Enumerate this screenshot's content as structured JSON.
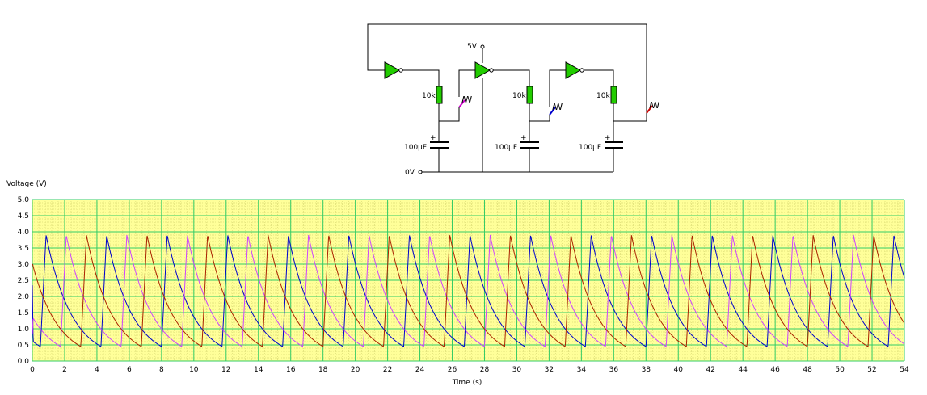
{
  "circuit": {
    "supply_label": "5V",
    "ground_label": "0V",
    "resistors": [
      "10k",
      "10k",
      "10k"
    ],
    "capacitors": [
      "100µF",
      "100µF",
      "100µF"
    ],
    "cap_plus": "+",
    "colors": {
      "gate": "#22cc00",
      "resistor": "#22cc00"
    }
  },
  "chart_data": {
    "type": "line",
    "title": "",
    "xlabel": "Time (s)",
    "ylabel": "Voltage (V)",
    "xlim": [
      0,
      54
    ],
    "ylim": [
      0,
      5
    ],
    "x_ticks": [
      0,
      2,
      4,
      6,
      8,
      10,
      12,
      14,
      16,
      18,
      20,
      22,
      24,
      26,
      28,
      30,
      32,
      34,
      36,
      38,
      40,
      42,
      44,
      46,
      48,
      50,
      52,
      54
    ],
    "y_ticks": [
      "0.0",
      "0.5",
      "1.0",
      "1.5",
      "2.0",
      "2.5",
      "3.0",
      "3.5",
      "4.0",
      "4.5",
      "5.0"
    ],
    "grid": true,
    "background": "#ffff99",
    "grid_color": "#33cc66",
    "minor_grid_color": "#cccc66",
    "waveform": {
      "min": 0.45,
      "max": 3.9,
      "period": 3.75,
      "rise_time": 0.35
    },
    "series": [
      {
        "color": "#0000cc",
        "phase": 0.85,
        "start": 2.35
      },
      {
        "color": "#cc44ff",
        "phase": 2.1,
        "start": 0.85
      },
      {
        "color": "#aa2200",
        "phase": 3.35,
        "start": 3.0
      }
    ]
  }
}
